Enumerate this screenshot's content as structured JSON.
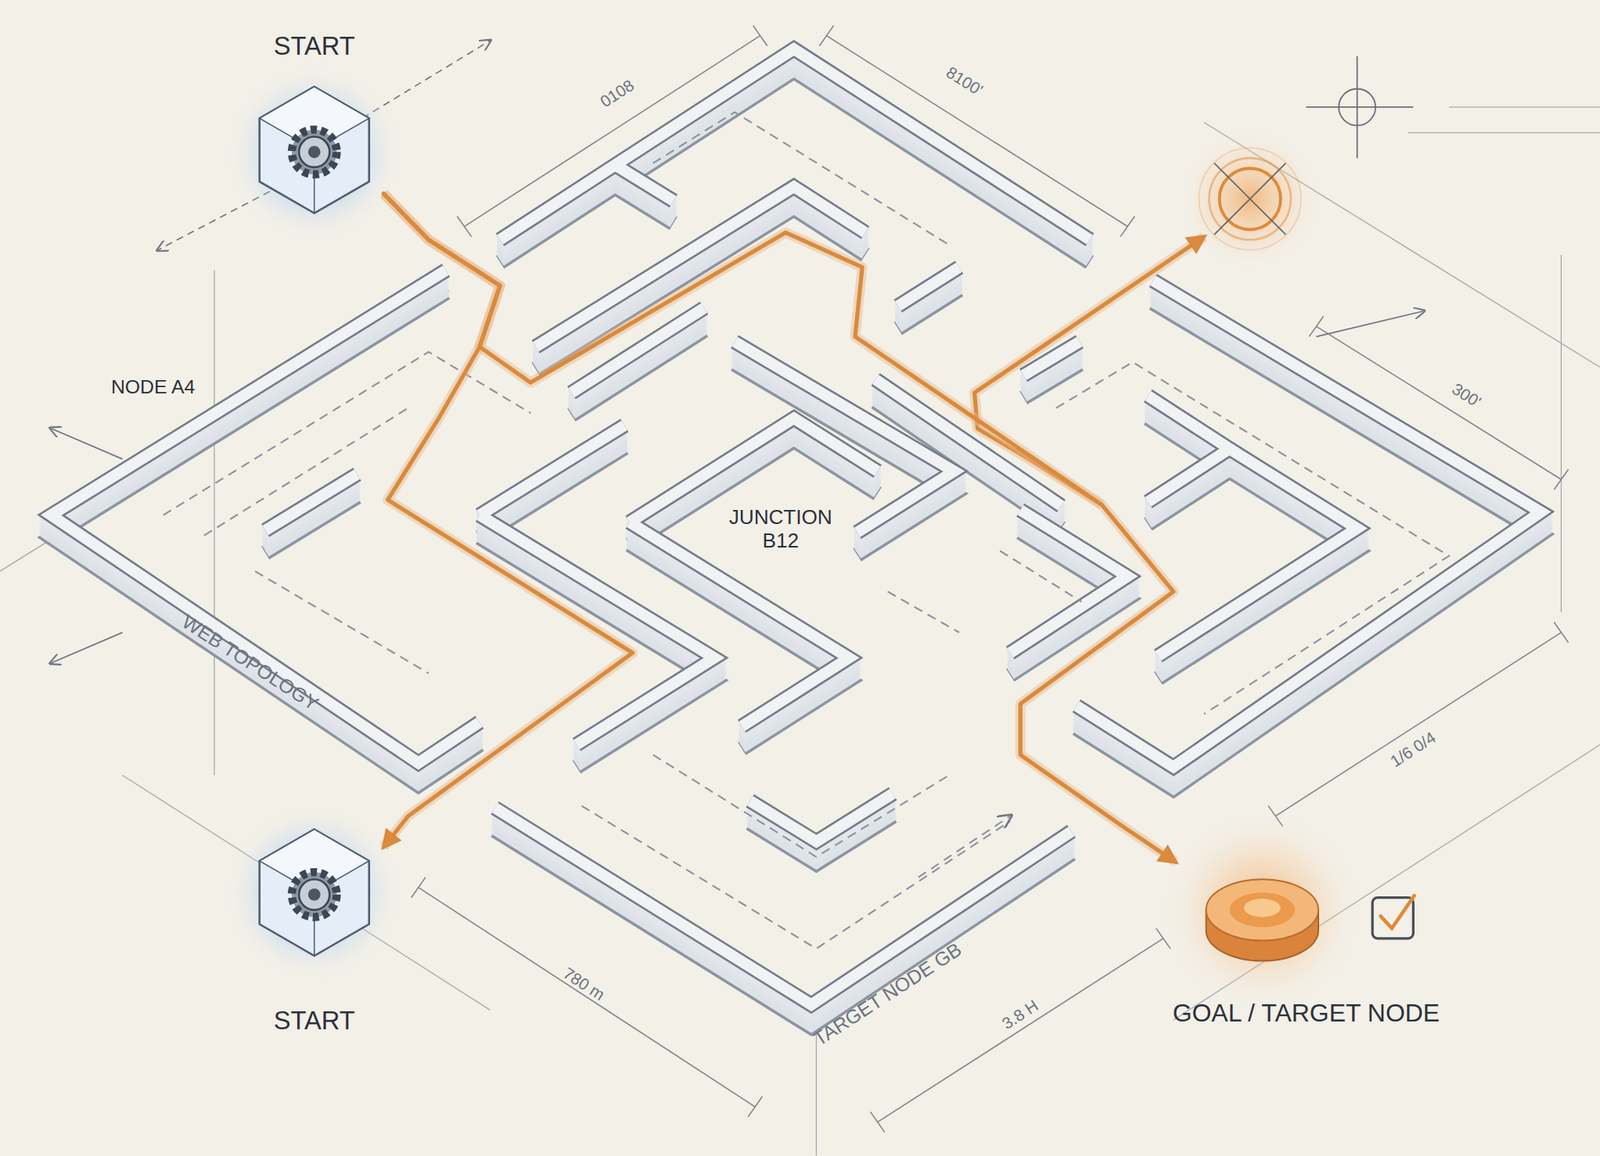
{
  "diagram": {
    "nodes": [
      {
        "text": [
          "START"
        ]
      },
      {
        "text": [
          "JUNCTION B12"
        ]
      },
      {
        "text": [
          "START"
        ]
      },
      {
        "text": [
          "GOAL / TARGET NODE"
        ]
      }
    ],
    "edges": [
      {
        "from": 0,
        "to": 2,
        "arrow": "to"
      },
      {
        "from": 0,
        "to": 3,
        "arrow": "to"
      }
    ],
    "labels": [
      "NODE A4",
      "WEB TOPOLOGY",
      "TARGET NODE GB",
      "0108",
      "8100'",
      "300'",
      "1/6 0/4",
      "780 m",
      "3.8 H"
    ]
  }
}
